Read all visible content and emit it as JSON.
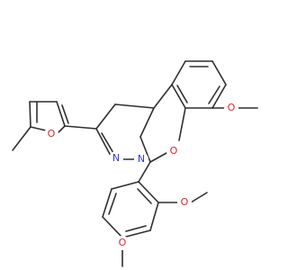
{
  "atoms": {
    "o_methoxy_top": {
      "symbol": "O"
    },
    "o_ring": {
      "symbol": "O"
    },
    "o_furan": {
      "symbol": "O"
    },
    "n_ring_1": {
      "symbol": "N"
    },
    "n_ring_2": {
      "symbol": "N"
    },
    "o_methoxy_mid": {
      "symbol": "O"
    },
    "o_methoxy_low": {
      "symbol": "O"
    }
  },
  "colors": {
    "bond": "#2f2f2f",
    "oxygen": "#e1262b",
    "nitrogen": "#2e3bd8"
  }
}
